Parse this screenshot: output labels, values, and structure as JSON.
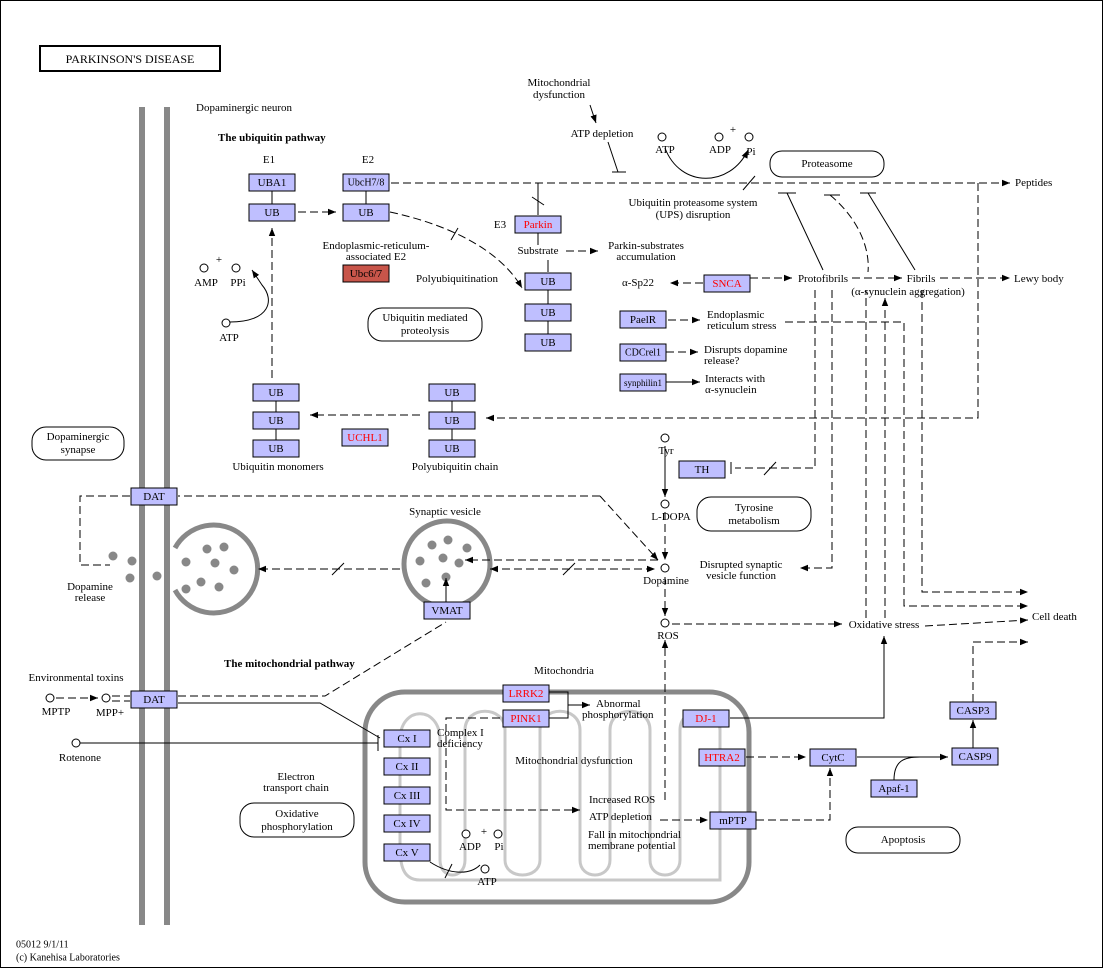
{
  "title": "PARKINSON'S DISEASE",
  "footer": {
    "line1": "05012 9/1/11",
    "line2": "(c) Kanehisa Laboratories"
  },
  "colors": {
    "gene": "#bfbfff",
    "highlight_text": "#ff0000",
    "ubc67": "#c8554a",
    "membrane": "#888888"
  },
  "genes": {
    "uba1": "UBA1",
    "ub": "UB",
    "ubch78": "UbcH7/8",
    "parkin": "Parkin",
    "ubc67": "Ubc6/7",
    "snca": "SNCA",
    "paelr": "PaelR",
    "cdcrel1": "CDCrel1",
    "synphilin1": "synphilin1",
    "uchl1": "UCHL1",
    "th": "TH",
    "dat": "DAT",
    "vmat": "VMAT",
    "lrrk2": "LRRK2",
    "pink1": "PINK1",
    "dj1": "DJ-1",
    "htra2": "HTRA2",
    "cytc": "CytC",
    "casp3": "CASP3",
    "casp9": "CASP9",
    "apaf1": "Apaf-1",
    "mptp_pore": "mPTP",
    "cx1": "Cx I",
    "cx2": "Cx II",
    "cx3": "Cx III",
    "cx4": "Cx IV",
    "cx5": "Cx V"
  },
  "maps": {
    "proteasome": "Proteasome",
    "ubiq_proteolysis": [
      "Ubiquitin mediated",
      "proteolysis"
    ],
    "dopa_synapse": [
      "Dopaminergic",
      "synapse"
    ],
    "tyrosine": [
      "Tyrosine",
      "metabolism"
    ],
    "oxphos": [
      "Oxidative",
      "phosphorylation"
    ],
    "apoptosis": "Apoptosis"
  },
  "labels": {
    "dopaminergic_neuron": "Dopaminergic neuron",
    "ubiquitin_pathway": "The ubiquitin pathway",
    "e1": "E1",
    "e2": "E2",
    "e3": "E3",
    "mito_dysfunction_top": [
      "Mitochondrial",
      "dysfunction"
    ],
    "atp_depletion": "ATP depletion",
    "atp": "ATP",
    "adp": "ADP",
    "pi": "Pi",
    "plus": "+",
    "amp": "AMP",
    "ppi": "PPi",
    "peptides": "Peptides",
    "ups_disruption": [
      "Ubiquitin proteasome system",
      "(UPS) disruption"
    ],
    "er_e2": [
      "Endoplasmic-reticulum-",
      "associated E2"
    ],
    "substrate": "Substrate",
    "parkin_substrates": [
      "Parkin-substrates",
      "accumulation"
    ],
    "polyubiquitination": "Polyubiquitination",
    "asp22": "α-Sp22",
    "protofibrils": "Protofibrils",
    "fibrils": "Fibrils",
    "asyn_aggregation": "(α-synuclein aggregation)",
    "lewy_body": "Lewy body",
    "er_stress": [
      "Endoplasmic",
      "reticulum stress"
    ],
    "disrupts_dopamine": [
      "Disrupts dopamine",
      "release?"
    ],
    "interacts_asyn": [
      "Interacts with",
      "α-synuclein"
    ],
    "ubiquitin_monomers": "Ubiquitin monomers",
    "polyubiquitin_chain": "Polyubiquitin chain",
    "tyr": "Tyr",
    "ldopa": "L-DOPA",
    "synaptic_vesicle": "Synaptic vesicle",
    "dopamine": "Dopamine",
    "disrupted_vesicle": [
      "Disrupted synaptic",
      "vesicle function"
    ],
    "dopamine_release": [
      "Dopamine",
      "release"
    ],
    "ros": "ROS",
    "oxidative_stress": "Oxidative stress",
    "cell_death": "Cell death",
    "mito_pathway": "The mitochondrial pathway",
    "mitochondria": "Mitochondria",
    "env_toxins": "Environmental toxins",
    "mptp": "MPTP",
    "mppplus": "MPP+",
    "rotenone": "Rotenone",
    "abnormal_phos": [
      "Abnormal",
      "phosphorylation"
    ],
    "complex1_def": [
      "Complex I",
      "deficiency"
    ],
    "mito_dysfunction_inner": "Mitochondrial dysfunction",
    "etc": [
      "Electron",
      "transport chain"
    ],
    "increased_ros": "Increased ROS",
    "fall_potential": [
      "Fall in mitochondrial",
      "membrane potential"
    ]
  }
}
